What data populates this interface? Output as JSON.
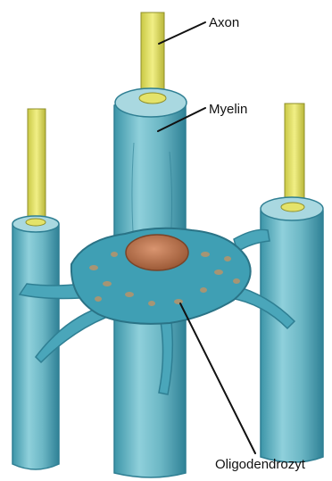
{
  "labels": {
    "axon": "Axon",
    "myelin": "Myelin",
    "oligodendrocyte": "Oligodendrozyt"
  },
  "colors": {
    "myelin_fill": "#6fb8c6",
    "myelin_light": "#a9d8e0",
    "myelin_edge": "#2f7f93",
    "axon_fill": "#e4e36a",
    "axon_edge": "#8f8f2a",
    "cell_body": "#3f9fb4",
    "nucleus": "#b9714a",
    "label_text": "#111111"
  }
}
